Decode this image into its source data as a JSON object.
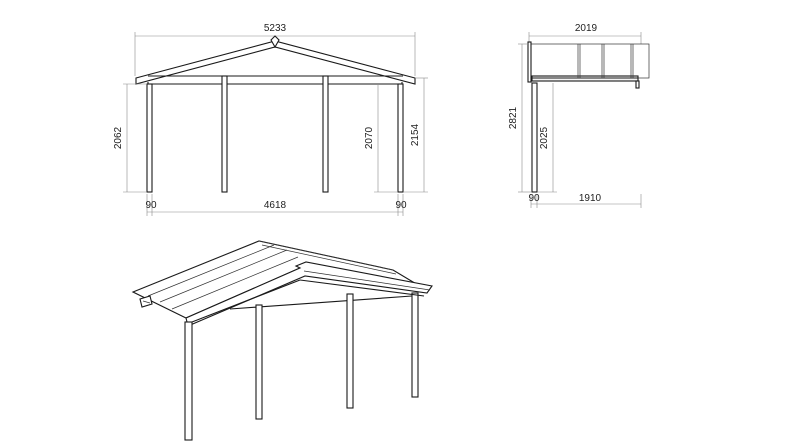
{
  "dimensions": {
    "front": {
      "overall_width": "5233",
      "post_height_left": "2062",
      "post_height_right": "2070",
      "overall_height": "2154",
      "post_left_width": "90",
      "inner_span": "4618",
      "post_right_width": "90"
    },
    "side": {
      "depth_top": "2019",
      "overall_height": "2821",
      "post_height": "2025",
      "post_width": "90",
      "depth_bottom": "1910"
    }
  }
}
